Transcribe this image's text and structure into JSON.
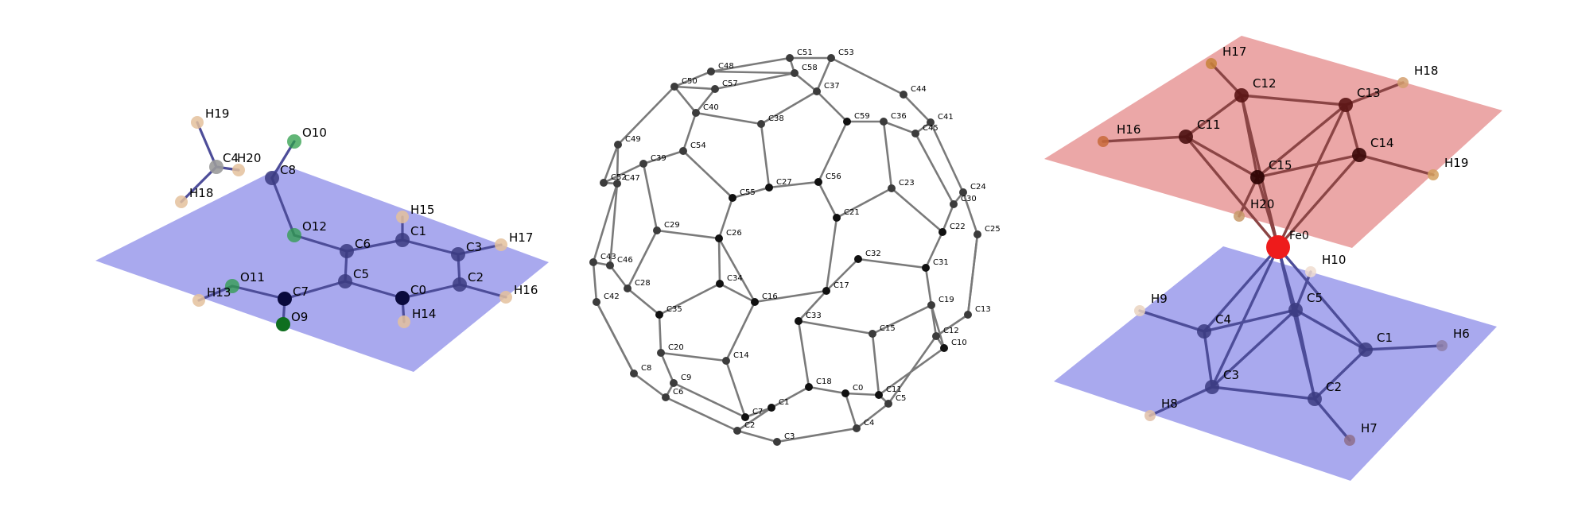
{
  "colors": {
    "blue_plane": "#a9a9ee",
    "red_plane": "#eba7a7",
    "bond_blue": "#4d4d99",
    "bond_red": "#8b4545",
    "bond_grey": "#7a7a7a",
    "carbon_blue": "#3b3b80",
    "carbon_dark": "#0a0a3c",
    "carbon_red": "#5a1414",
    "oxygen": "#2e9e4a",
    "oxygen_dark": "#0f6f1f",
    "hydrogen": "#e4c19c",
    "iron": "#ee1b1b",
    "fullerene_atom": "#3c3c3c"
  },
  "molecule1": {
    "atoms": [
      {
        "label": "H19",
        "el": "H"
      },
      {
        "label": "C4",
        "el": "Cg"
      },
      {
        "label": "H20",
        "el": "H"
      },
      {
        "label": "H18",
        "el": "H"
      },
      {
        "label": "C8",
        "el": "C"
      },
      {
        "label": "O10",
        "el": "O"
      },
      {
        "label": "O12",
        "el": "O"
      },
      {
        "label": "C6",
        "el": "C"
      },
      {
        "label": "C1",
        "el": "C"
      },
      {
        "label": "H15",
        "el": "H"
      },
      {
        "label": "C3",
        "el": "C"
      },
      {
        "label": "H17",
        "el": "H"
      },
      {
        "label": "C5",
        "el": "C"
      },
      {
        "label": "C0",
        "el": "Cd"
      },
      {
        "label": "C2",
        "el": "C"
      },
      {
        "label": "H16",
        "el": "H"
      },
      {
        "label": "O11",
        "el": "O"
      },
      {
        "label": "C7",
        "el": "Cd"
      },
      {
        "label": "H13",
        "el": "H"
      },
      {
        "label": "O9",
        "el": "Od"
      },
      {
        "label": "H14",
        "el": "H"
      }
    ]
  },
  "fullerene": {
    "atom_labels": [
      "C0",
      "C1",
      "C2",
      "C3",
      "C4",
      "C5",
      "C6",
      "C7",
      "C8",
      "C9",
      "C10",
      "C11",
      "C12",
      "C13",
      "C14",
      "C15",
      "C16",
      "C17",
      "C18",
      "C19",
      "C20",
      "C21",
      "C22",
      "C23",
      "C24",
      "C25",
      "C26",
      "C27",
      "C28",
      "C29",
      "C30",
      "C31",
      "C32",
      "C33",
      "C34",
      "C35",
      "C36",
      "C37",
      "C38",
      "C39",
      "C40",
      "C41",
      "C42",
      "C43",
      "C44",
      "C45",
      "C46",
      "C47",
      "C48",
      "C49",
      "C50",
      "C51",
      "C52",
      "C53",
      "C54",
      "C55",
      "C56",
      "C57",
      "C58",
      "C59"
    ]
  },
  "molecule3": {
    "atoms": [
      {
        "label": "H17",
        "el": "H"
      },
      {
        "label": "C12",
        "el": "Cr"
      },
      {
        "label": "C13",
        "el": "Cr"
      },
      {
        "label": "H18",
        "el": "H"
      },
      {
        "label": "H16",
        "el": "H"
      },
      {
        "label": "C11",
        "el": "Cr"
      },
      {
        "label": "C15",
        "el": "Cr"
      },
      {
        "label": "C14",
        "el": "Cr"
      },
      {
        "label": "H19",
        "el": "H"
      },
      {
        "label": "H20",
        "el": "H"
      },
      {
        "label": "Fe0",
        "el": "Fe"
      },
      {
        "label": "H10",
        "el": "H"
      },
      {
        "label": "H9",
        "el": "H"
      },
      {
        "label": "C4",
        "el": "C"
      },
      {
        "label": "C5",
        "el": "C"
      },
      {
        "label": "C1",
        "el": "C"
      },
      {
        "label": "H6",
        "el": "H"
      },
      {
        "label": "C3",
        "el": "C"
      },
      {
        "label": "C2",
        "el": "C"
      },
      {
        "label": "H8",
        "el": "H"
      },
      {
        "label": "H7",
        "el": "H"
      }
    ]
  }
}
